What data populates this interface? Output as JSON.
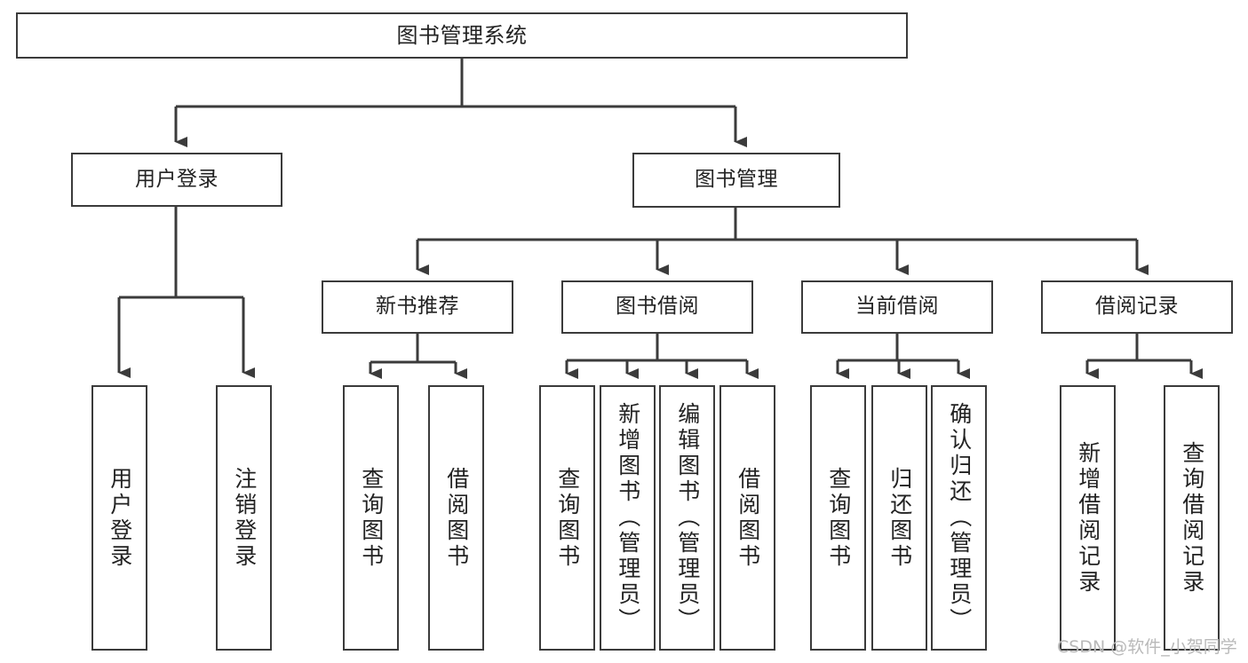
{
  "diagram": {
    "title": "图书管理系统",
    "type": "functional-structure-tree",
    "stroke_color": "#3b3b3b",
    "text_color": "#222222",
    "background": "#ffffff"
  },
  "nodes": {
    "root": {
      "label": "图书管理系统"
    },
    "level1": [
      {
        "id": "user-login",
        "label": "用户登录"
      },
      {
        "id": "book-manage",
        "label": "图书管理"
      }
    ],
    "level2": [
      {
        "id": "new-book-recommend",
        "label": "新书推荐"
      },
      {
        "id": "book-borrow",
        "label": "图书借阅"
      },
      {
        "id": "current-borrow",
        "label": "当前借阅"
      },
      {
        "id": "borrow-record",
        "label": "借阅记录"
      }
    ],
    "leaves": {
      "user_login": [
        {
          "id": "leaf-user-login",
          "label": "用户登录"
        },
        {
          "id": "leaf-user-logout",
          "label": "注销登录"
        }
      ],
      "new_book_recommend": [
        {
          "id": "leaf-query-book-1",
          "label": "查询图书"
        },
        {
          "id": "leaf-borrow-book-1",
          "label": "借阅图书"
        }
      ],
      "book_borrow": [
        {
          "id": "leaf-query-book-2",
          "label": "查询图书"
        },
        {
          "id": "leaf-add-book",
          "label": "新增图书（管理员）"
        },
        {
          "id": "leaf-edit-book",
          "label": "编辑图书（管理员）"
        },
        {
          "id": "leaf-borrow-book-2",
          "label": "借阅图书"
        }
      ],
      "current_borrow": [
        {
          "id": "leaf-query-book-3",
          "label": "查询图书"
        },
        {
          "id": "leaf-return-book",
          "label": "归还图书"
        },
        {
          "id": "leaf-confirm-return",
          "label": "确认归还（管理员）"
        }
      ],
      "borrow_record": [
        {
          "id": "leaf-add-record",
          "label": "新增借阅记录"
        },
        {
          "id": "leaf-query-record",
          "label": "查询借阅记录"
        }
      ]
    }
  },
  "watermark": {
    "text": "CSDN @软件_小贺同学"
  }
}
